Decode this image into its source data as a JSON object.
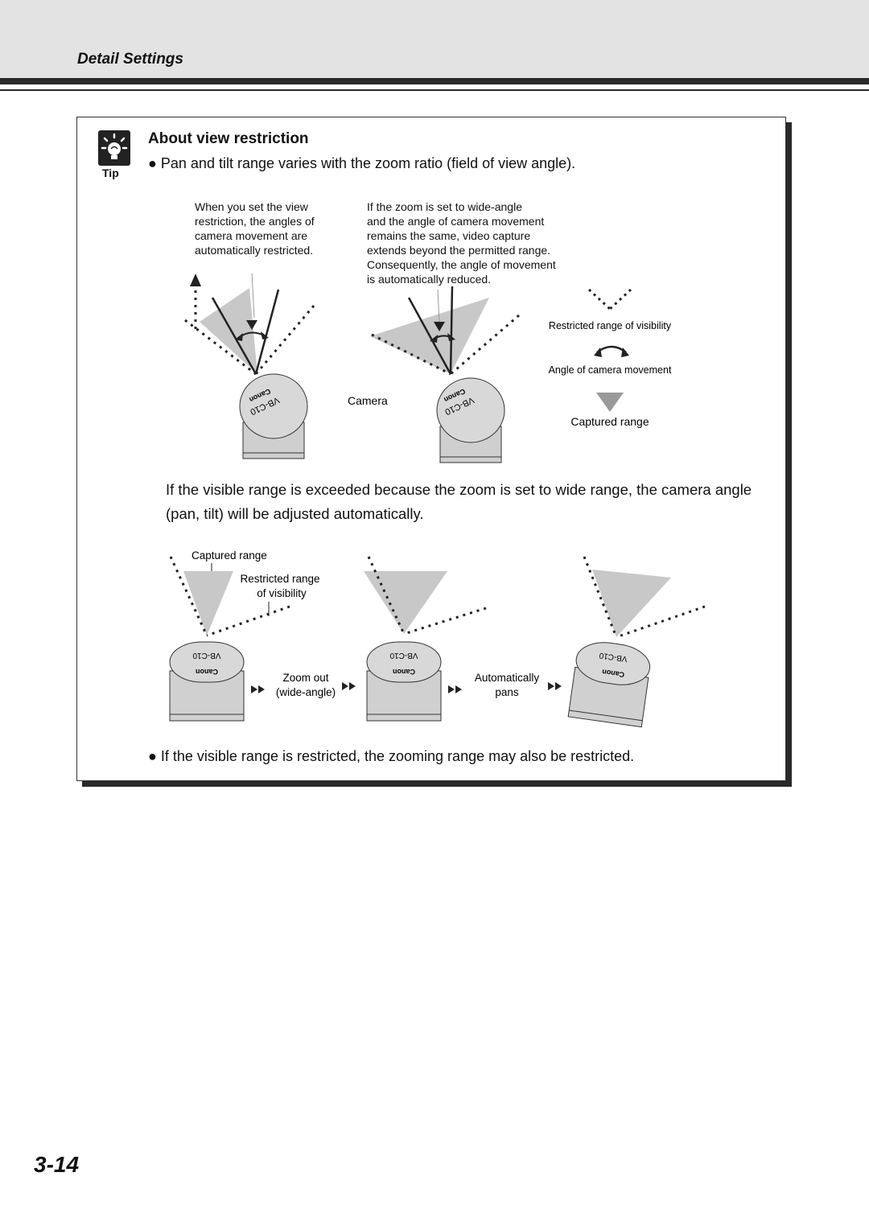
{
  "header": {
    "section_title": "Detail Settings"
  },
  "tip": {
    "icon_name": "lightbulb-icon",
    "label": "Tip",
    "heading": "About view restriction",
    "bullet1": "Pan and tilt range varies with the zoom ratio (field of view angle).",
    "bullet2": "If the visible range is restricted, the zooming range may also be restricted.",
    "paragraph": "If the visible range is exceeded because the zoom is set to wide range, the camera angle (pan, tilt) will be adjusted automatically."
  },
  "figure1": {
    "caption_left": [
      "When you set the view",
      "restriction, the angles of",
      "camera movement are",
      "automatically restricted."
    ],
    "caption_right": [
      "If the zoom is set to wide-angle",
      "and the angle of camera movement",
      "remains the same, video capture",
      "extends beyond the permitted range.",
      "Consequently, the angle of movement",
      "is automatically reduced."
    ],
    "camera_label": "Camera",
    "legend": {
      "restricted": "Restricted range of visibility",
      "angle": "Angle of camera movement",
      "captured": "Captured range"
    }
  },
  "figure2": {
    "captured_label": "Captured range",
    "restricted_label": [
      "Restricted range",
      "of visibility"
    ],
    "step1": [
      "Zoom out",
      "(wide-angle)"
    ],
    "step2": [
      "Automatically",
      "pans"
    ]
  },
  "camera": {
    "model": "VB-C10",
    "brand": "Canon"
  },
  "footer": {
    "page_number": "3-14"
  }
}
